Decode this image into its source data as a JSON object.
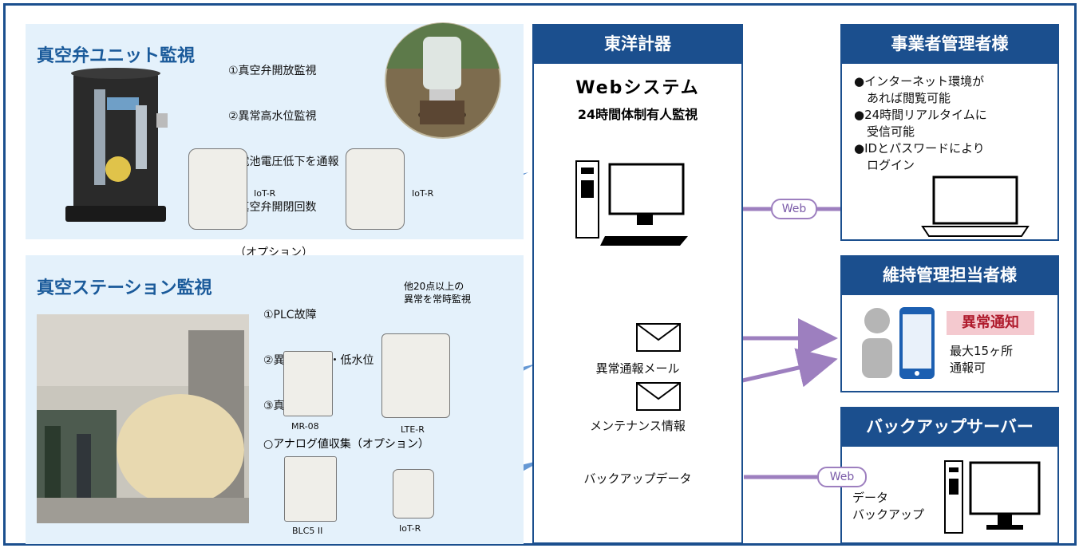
{
  "colors": {
    "navy": "#1b4f8e",
    "panel_bg": "#e4f1fb",
    "title_blue": "#1a5a9a",
    "dash_red": "#c0282a",
    "arrow_purple": "#9d7fbf",
    "alert_pink": "#f4c9cf",
    "lightning_blue": "#4a86cc"
  },
  "unit": {
    "title": "真空弁ユニット監視",
    "items": [
      "①真空弁開放監視",
      "②異常高水位監視",
      "③電池電圧低下を通報",
      "④真空弁開閉回数",
      "（オプション）"
    ],
    "device1": "IoT-R",
    "device2": "IoT-R"
  },
  "station": {
    "title": "真空ステーション監視",
    "items": [
      "①PLC故障",
      "②異常高水位・低水位",
      "③真空度異常"
    ],
    "note": [
      "他20点以上の",
      "異常を常時監視"
    ],
    "mr08": "MR-08",
    "lte": "LTE-R",
    "analog": "○アナログ値収集（オプション）",
    "blc": "BLC5 II",
    "iot": "IoT-R"
  },
  "center": {
    "header": "東洋計器",
    "web": "Webシステム",
    "monitor": "24時間体制有人監視",
    "mail": "異常通報メール",
    "maint": "メンテナンス情報",
    "backup": "バックアップデータ"
  },
  "web_badges": [
    "Web",
    "Web"
  ],
  "admin": {
    "header": "事業者管理者様",
    "lines": [
      "●インターネット環境が",
      "あれば閲覧可能",
      "●24時間リアルタイムに",
      "受信可能",
      "●IDとパスワードにより",
      "ログイン"
    ]
  },
  "maint": {
    "header": "維持管理担当者様",
    "alert": "異常通知",
    "note": [
      "最大15ヶ所",
      "通報可"
    ]
  },
  "backup": {
    "header": "バックアップサーバー",
    "note": [
      "データ",
      "バックアップ"
    ]
  },
  "icons": [
    "vacuum-valve-unit-photo",
    "iot-r-device",
    "pit-photo",
    "vacuum-station-photo",
    "mr08-device",
    "lte-r-device",
    "blc5-device",
    "desktop-computer",
    "laptop",
    "envelope",
    "person",
    "smartphone",
    "server-pc",
    "lightning-bolt"
  ]
}
